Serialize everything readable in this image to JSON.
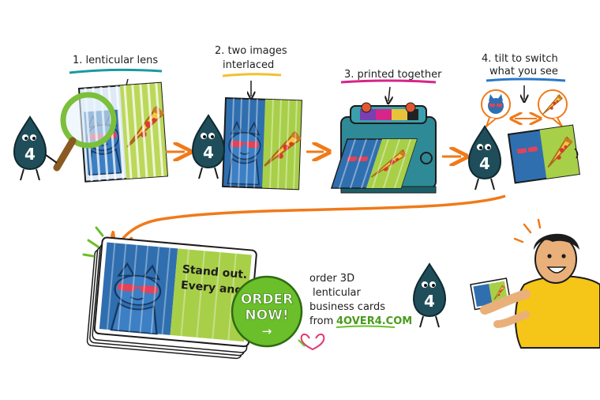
{
  "steps": [
    {
      "label": "1. lenticular lens",
      "underline_color": "#1a9aa0"
    },
    {
      "label_line1": "2. two images",
      "label_line2": "interlaced",
      "underline_color": "#f2c12e"
    },
    {
      "label": "3. printed together",
      "underline_color": "#d7258a"
    },
    {
      "label_line1": "4. tilt to switch",
      "label_line2": "what you see",
      "underline_color": "#2a78c8"
    }
  ],
  "mascot": {
    "glyph": "4",
    "color": "#1f4e5a"
  },
  "card": {
    "line1": "Stand out.",
    "line2": "Every angle."
  },
  "cta": {
    "badge_line1": "ORDER",
    "badge_line2": "NOW!",
    "badge_arrow": "→",
    "text_line1": "order 3D",
    "text_line2": "lenticular",
    "text_line3": "business cards",
    "text_line4_prefix": "from",
    "url": "4OVER4.COM"
  },
  "colors": {
    "arrow": "#f07a1a",
    "accent_green": "#6bbf2a",
    "cat_blue": "#2f6fb0",
    "pizza": "#f3b52a",
    "heart": "#e23a6a",
    "machine": "#2e8a96"
  },
  "icons": [
    "magnifier-icon",
    "arrow-right-icon",
    "printer-icon",
    "cat-icon",
    "pizza-icon",
    "heart-icon"
  ]
}
